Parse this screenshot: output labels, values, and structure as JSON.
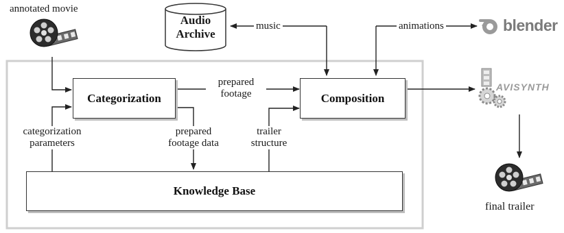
{
  "inputs": {
    "annotated_movie": "annotated movie"
  },
  "nodes": {
    "audio_archive_line1": "Audio",
    "audio_archive_line2": "Archive",
    "categorization": "Categorization",
    "composition": "Composition",
    "knowledge_base": "Knowledge Base"
  },
  "edges": {
    "music": "music",
    "animations": "animations",
    "prepared_footage_line1": "prepared",
    "prepared_footage_line2": "footage",
    "prepared_footage_data_line1": "prepared",
    "prepared_footage_data_line2": "footage data",
    "categorization_parameters_line1": "categorization",
    "categorization_parameters_line2": "parameters",
    "trailer_structure_line1": "trailer",
    "trailer_structure_line2": "structure"
  },
  "logos": {
    "blender": "blender",
    "avisynth": "AVISYNTH"
  },
  "outputs": {
    "final_trailer": "final trailer"
  },
  "icons": [
    "film-reel-icon",
    "database-cylinder-icon",
    "blender-logo-icon",
    "avisynth-gears-icon"
  ],
  "colors": {
    "frame_border": "#cfcfcf",
    "box_shadow": "#bdbdbd",
    "logo_gray": "#7a7a7a"
  }
}
